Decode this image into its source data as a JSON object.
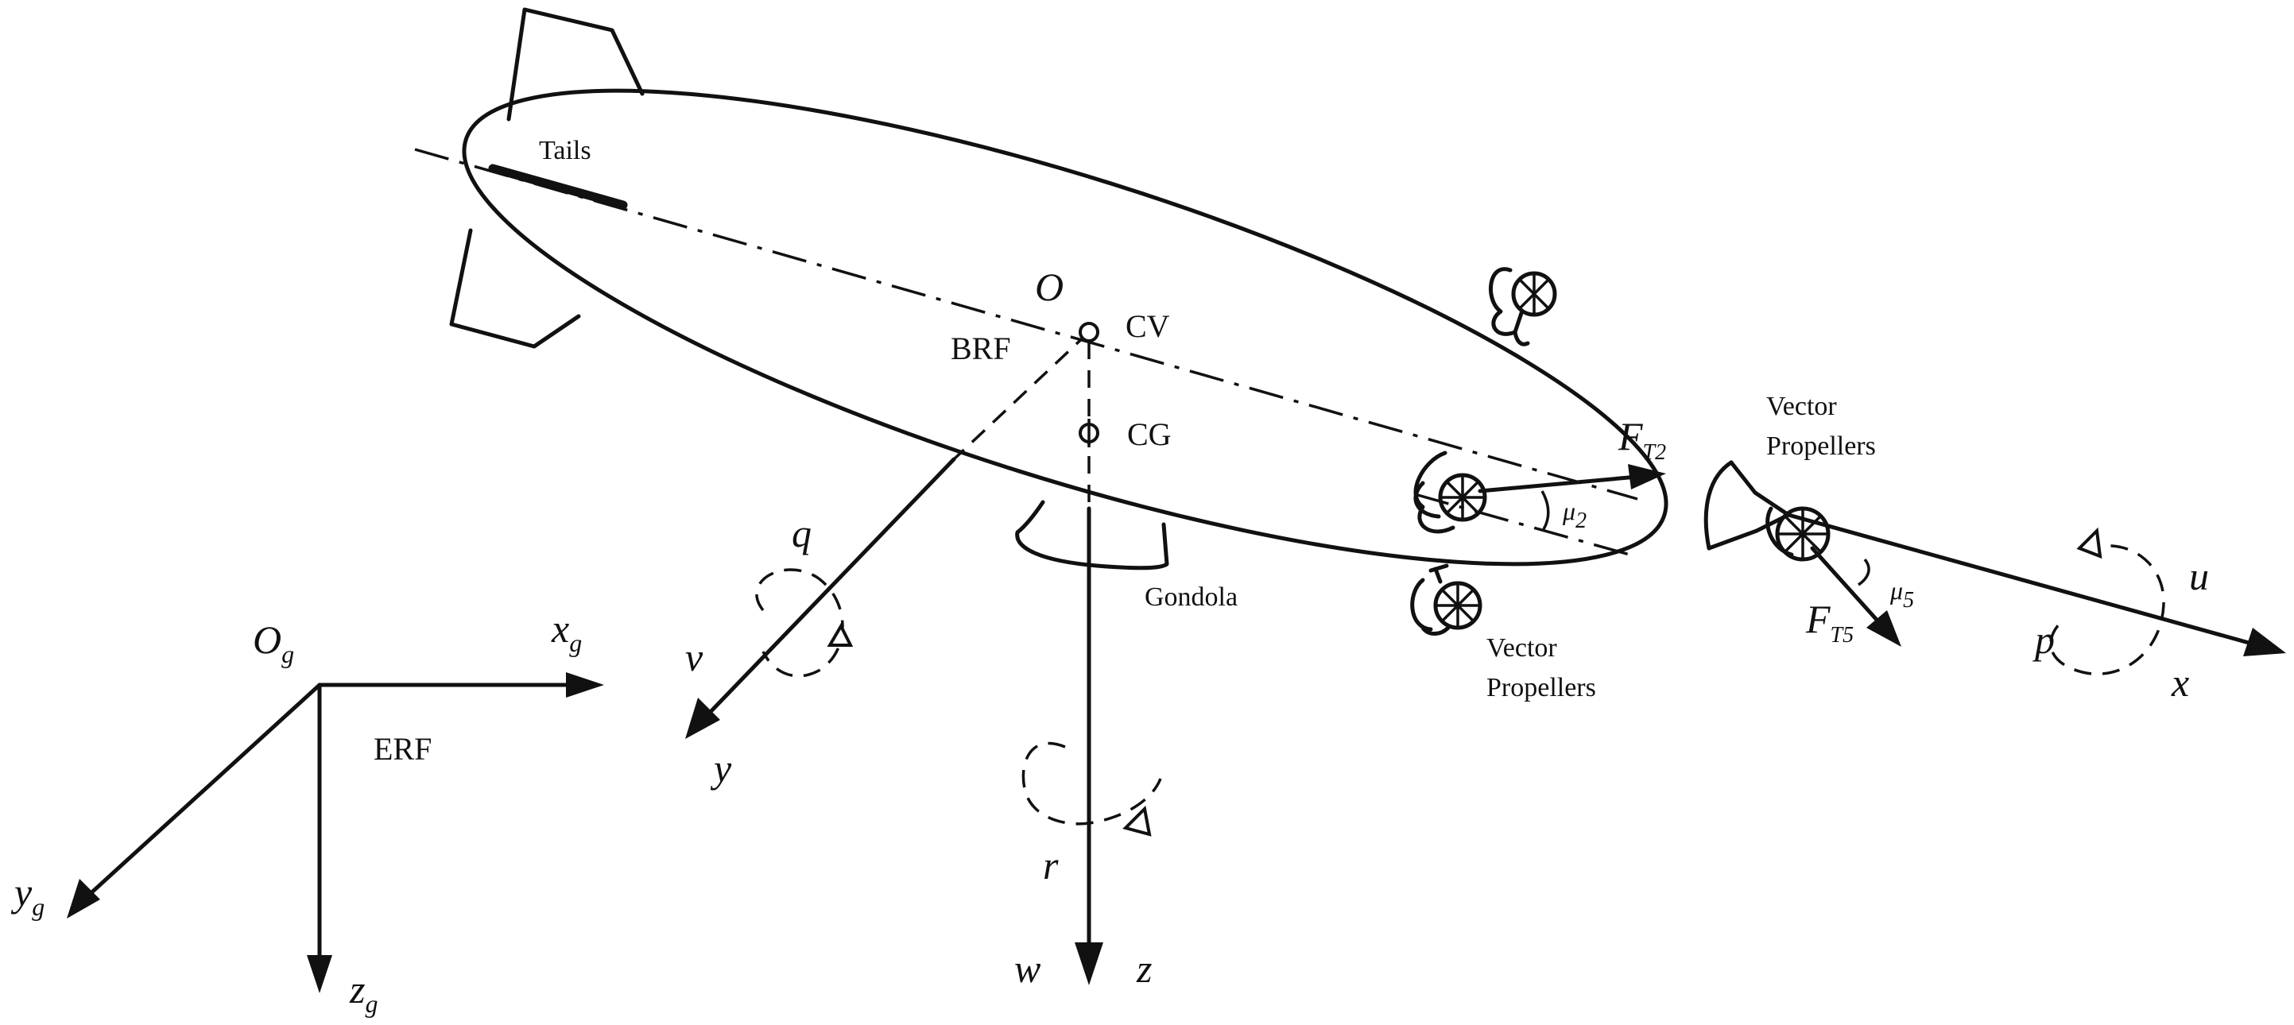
{
  "labels": {
    "tails": "Tails",
    "origin": "O",
    "cv": "CV",
    "brf": "BRF",
    "cg": "CG",
    "gondola": "Gondola",
    "vector_propellers_top_line1": "Vector",
    "vector_propellers_top_line2": "Propellers",
    "vector_propellers_bottom_line1": "Vector",
    "vector_propellers_bottom_line2": "Propellers",
    "ft2_main": "F",
    "ft2_sub": "T2",
    "ft5_main": "F",
    "ft5_sub": "T5",
    "mu2_main": "μ",
    "mu2_sub": "2",
    "mu5_main": "μ",
    "mu5_sub": "5",
    "u": "u",
    "p": "p",
    "x": "x",
    "q": "q",
    "v": "v",
    "y": "y",
    "r": "r",
    "w": "w",
    "z": "z",
    "og_main": "O",
    "og_sub": "g",
    "xg_main": "x",
    "xg_sub": "g",
    "yg_main": "y",
    "yg_sub": "g",
    "zg_main": "z",
    "zg_sub": "g",
    "erf": "ERF"
  },
  "colors": {
    "ink": "#111111",
    "background": "#ffffff"
  }
}
